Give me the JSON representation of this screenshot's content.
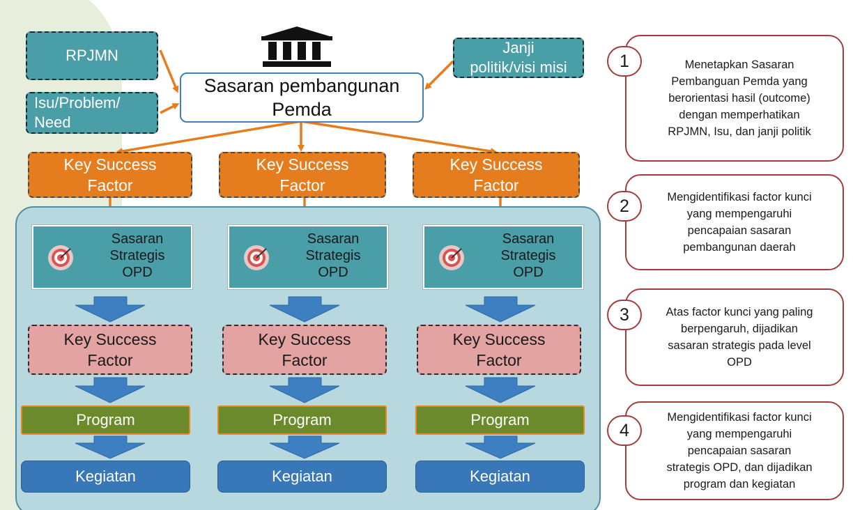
{
  "top": {
    "rpjmn": "RPJMN",
    "isu": "Isu/Problem/\nNeed",
    "janji": "Janji\npolitik/visi misi",
    "sasaran_pemda": "Sasaran pembangunan\nPemda"
  },
  "columns": [
    {
      "ksf_top": "Key Success\nFactor",
      "sasaran": "Sasaran\nStrategis\nOPD",
      "ksf_mid": "Key Success\nFactor",
      "program": "Program",
      "kegiatan": "Kegiatan"
    },
    {
      "ksf_top": "Key Success\nFactor",
      "sasaran": "Sasaran\nStrategis\nOPD",
      "ksf_mid": "Key Success\nFactor",
      "program": "Program",
      "kegiatan": "Kegiatan"
    },
    {
      "ksf_top": "Key Success\nFactor",
      "sasaran": "Sasaran\nStrategis\nOPD",
      "ksf_mid": "Key Success\nFactor",
      "program": "Program",
      "kegiatan": "Kegiatan"
    }
  ],
  "steps": [
    {
      "num": "1",
      "text": "Menetapkan Sasaran\nPembanguan Pemda yang\nberorientasi hasil (outcome)\ndengan memperhatikan\nRPJMN, Isu, dan janji politik"
    },
    {
      "num": "2",
      "text": "Mengidentifikasi factor kunci\nyang mempengaruhi\npencapaian sasaran\npembangunan daerah"
    },
    {
      "num": "3",
      "text": "Atas factor kunci yang paling\nberpengaruh, dijadikan\nsasaran strategis pada level\nOPD"
    },
    {
      "num": "4",
      "text": "Mengidentifikasi factor kunci\nyang mempengaruhi\npencapaian sasaran\nstrategis OPD, dan dijadikan\nprogram dan kegiatan"
    }
  ],
  "icons": {
    "government": "government-building-icon",
    "target": "target-icon",
    "arrow": "down-arrow-icon"
  },
  "colors": {
    "teal": "#4a9ea7",
    "orange": "#e57c1e",
    "pink": "#e4a3a3",
    "green": "#6a8a2c",
    "blue": "#3877b8",
    "panel": "#b7d8de",
    "step_border": "#a33c3c",
    "connector": "#e57c1e"
  }
}
